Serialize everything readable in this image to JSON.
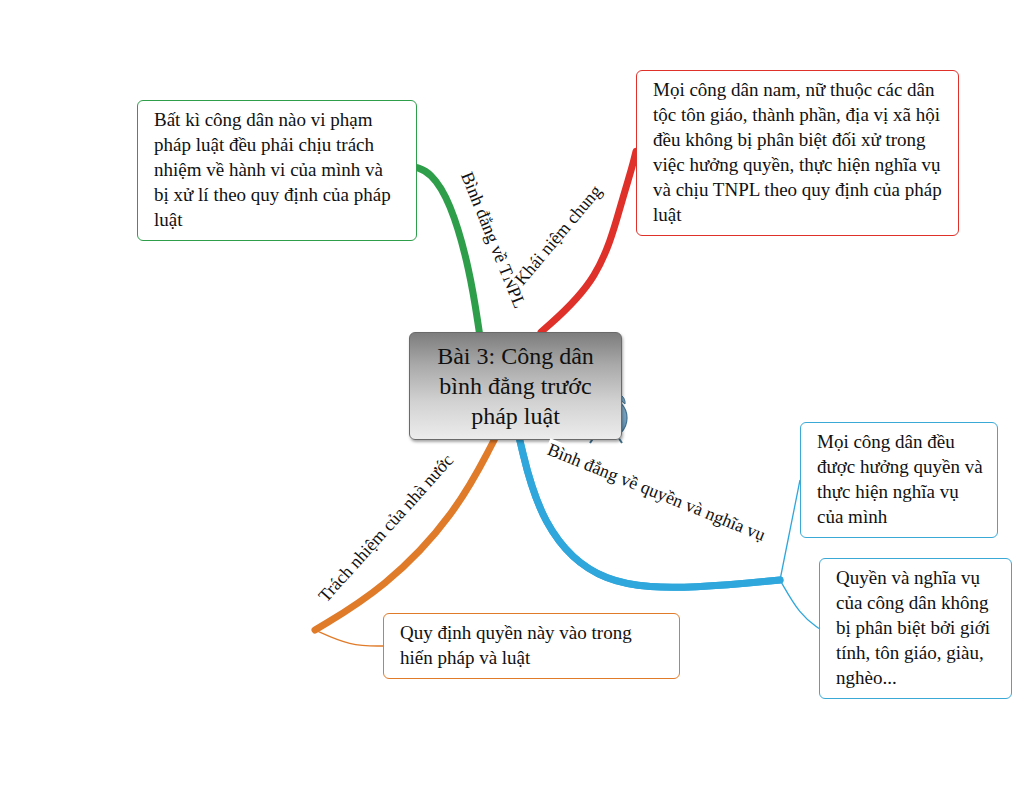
{
  "diagram": {
    "nodes": [
      {
        "text": [
          "Bài 3: Công dân bình đẳng trước pháp luật"
        ]
      },
      {
        "text": [
          "Bất kì công dân nào vi phạm pháp luật đều phải chịu trách nhiệm về hành vi của mình và bị xử lí theo quy định của pháp luật"
        ]
      },
      {
        "text": [
          "Mọi công dân nam, nữ thuộc các dân tộc tôn giáo, thành phần, địa vị xã hội đều không bị phân biệt đối xử trong việc hưởng quyền, thực hiện nghĩa vụ và chịu TNPL theo quy định của pháp luật"
        ]
      },
      {
        "text": [
          "Mọi công dân đều được hưởng quyền và thực hiện nghĩa vụ của mình"
        ]
      },
      {
        "text": [
          "Quyền và nghĩa vụ của công dân không bị phân biệt bởi giới tính, tôn giáo, giàu, nghèo..."
        ]
      },
      {
        "text": [
          "Quy định quyền này vào trong hiến pháp và luật"
        ]
      }
    ],
    "edges": [
      {
        "from": 0,
        "to": 1,
        "arrow": "none",
        "label": "Bình đẳng về TNPL"
      },
      {
        "from": 0,
        "to": 2,
        "arrow": "none",
        "label": "Khái niệm chung"
      },
      {
        "from": 0,
        "to": 3,
        "arrow": "none",
        "label": "Bình đẳng về quyền và nghĩa vụ"
      },
      {
        "from": 0,
        "to": 4,
        "arrow": "none"
      },
      {
        "from": 0,
        "to": 5,
        "arrow": "none",
        "label": "Trách nhiệm của nhà nước"
      }
    ]
  }
}
